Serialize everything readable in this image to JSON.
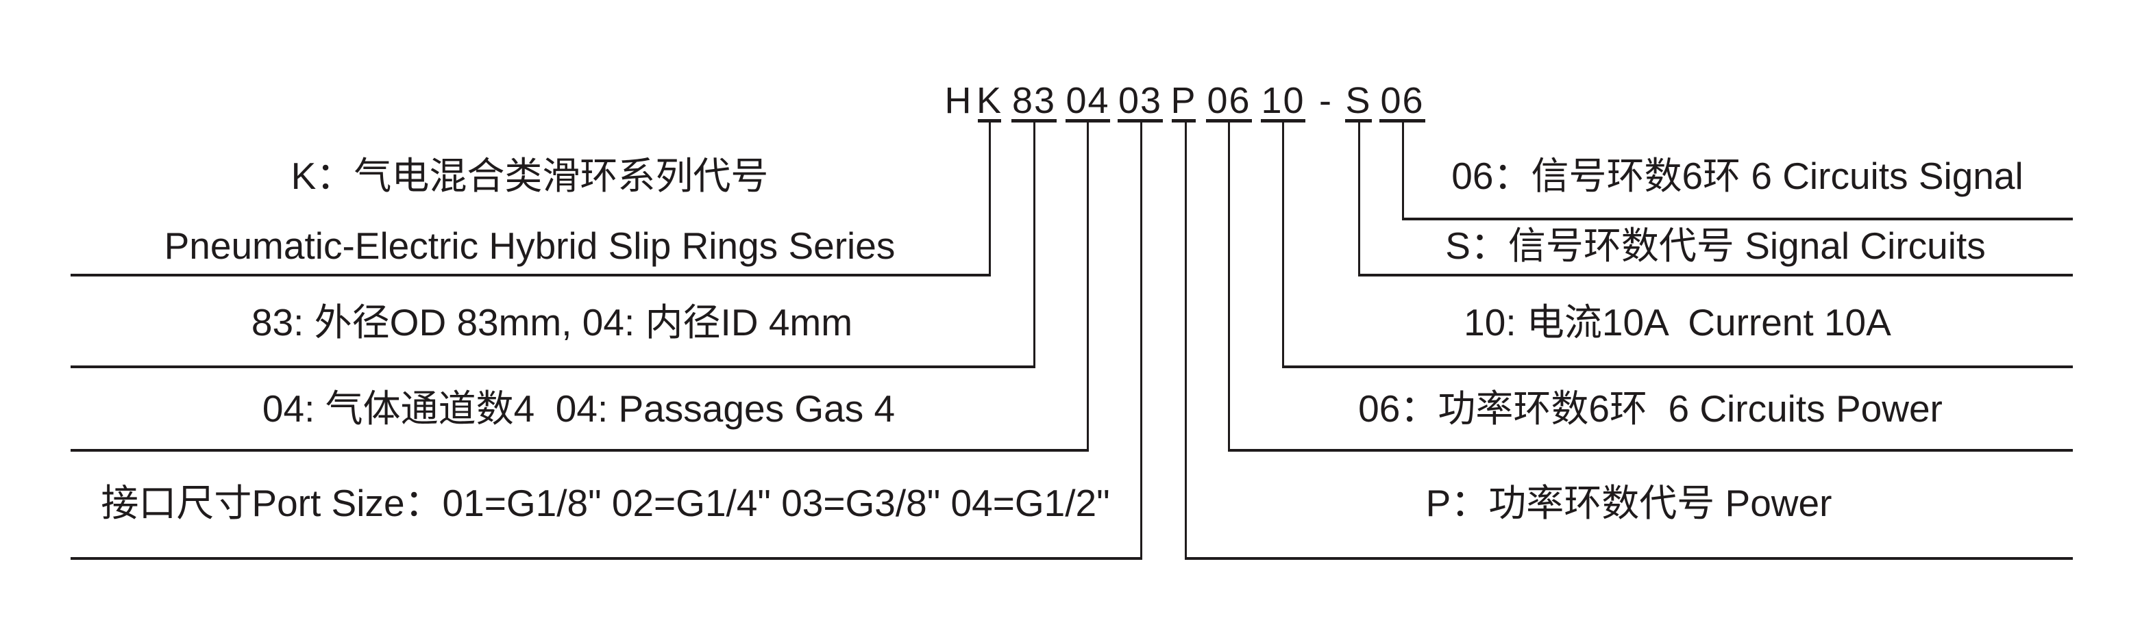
{
  "colors": {
    "ink": "#1f1b1c",
    "background": "#ffffff"
  },
  "code": {
    "full": "H K 83 04 03 P 06 10 - S 06",
    "segments": [
      {
        "text": "H",
        "underlined": false
      },
      {
        "text": "K",
        "underlined": true
      },
      {
        "text": "83",
        "underlined": true
      },
      {
        "text": "04",
        "underlined": true
      },
      {
        "text": "03",
        "underlined": true
      },
      {
        "text": "P",
        "underlined": true
      },
      {
        "text": "06",
        "underlined": true
      },
      {
        "text": "10",
        "underlined": true
      },
      {
        "text": "-",
        "underlined": false
      },
      {
        "text": "S",
        "underlined": true
      },
      {
        "text": "06",
        "underlined": true
      }
    ]
  },
  "left_annotations": [
    {
      "line1": "K：气电混合类滑环系列代号",
      "line2": "Pneumatic-Electric Hybrid Slip Rings Series"
    },
    {
      "text": "83: 外径OD 83mm, 04: 内径ID 4mm"
    },
    {
      "text": "04: 气体通道数4  04: Passages Gas 4"
    },
    {
      "text": "接口尺寸Port Size：01=G1/8\" 02=G1/4\" 03=G3/8\" 04=G1/2\""
    }
  ],
  "right_annotations": [
    {
      "text": "06：信号环数6环 6 Circuits Signal"
    },
    {
      "text": "S：信号环数代号 Signal Circuits"
    },
    {
      "text": "10: 电流10A  Current 10A"
    },
    {
      "text": "06：功率环数6环  6 Circuits Power"
    },
    {
      "text": "P：功率环数代号 Power"
    }
  ]
}
